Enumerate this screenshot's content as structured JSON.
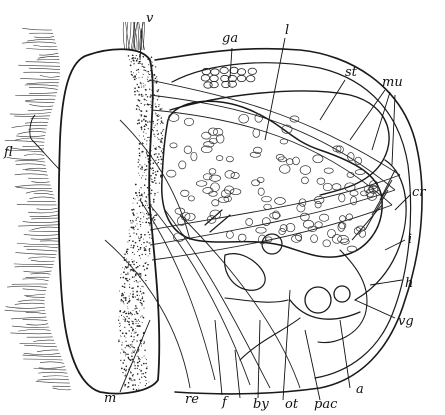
{
  "labels": {
    "v": "v",
    "ga": "ga",
    "l": "l",
    "st": "st",
    "mu": "mu",
    "fl": "fl",
    "cr": "cr",
    "i": "i",
    "h": "h",
    "vg": "vg",
    "m": "m",
    "re": "re",
    "f": "f",
    "by": "by",
    "ot": "ot",
    "pac": "pac",
    "a": "a"
  }
}
